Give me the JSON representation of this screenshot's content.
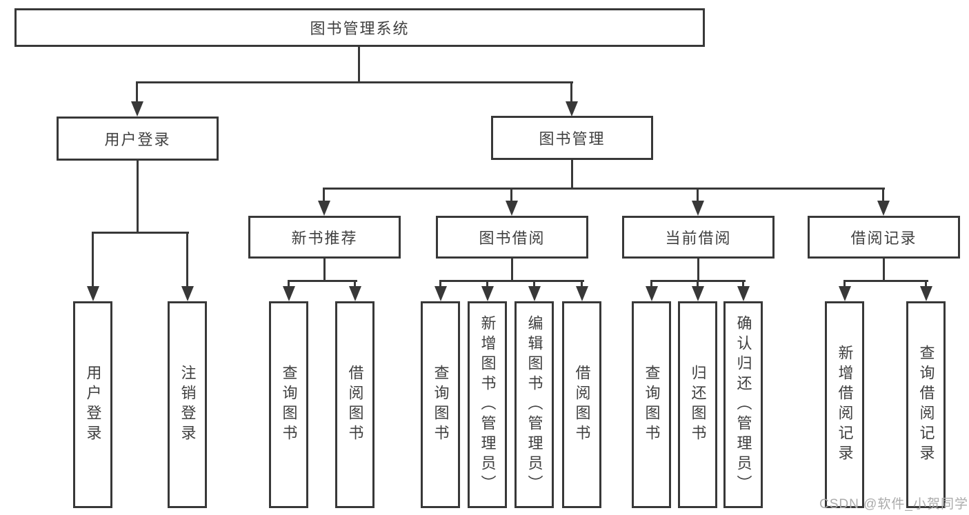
{
  "page": {
    "watermark": "CSDN @软件_小贺同学"
  },
  "colors": {
    "line": "#383838",
    "text": "#3f3f3f",
    "watermark": "#ababab",
    "background": "#ffffff"
  },
  "tree": {
    "label": "图书管理系统",
    "children": [
      {
        "label": "用户登录",
        "children": [
          {
            "label": "用户登录"
          },
          {
            "label": "注销登录"
          }
        ]
      },
      {
        "label": "图书管理",
        "children": [
          {
            "label": "新书推荐",
            "children": [
              {
                "label": "查询图书"
              },
              {
                "label": "借阅图书"
              }
            ]
          },
          {
            "label": "图书借阅",
            "children": [
              {
                "label": "查询图书"
              },
              {
                "label": "新增图书（管理员）"
              },
              {
                "label": "编辑图书（管理员）"
              },
              {
                "label": "借阅图书"
              }
            ]
          },
          {
            "label": "当前借阅",
            "children": [
              {
                "label": "查询图书"
              },
              {
                "label": "归还图书"
              },
              {
                "label": "确认归还（管理员）"
              }
            ]
          },
          {
            "label": "借阅记录",
            "children": [
              {
                "label": "新增借阅记录"
              },
              {
                "label": "查询借阅记录"
              }
            ]
          }
        ]
      }
    ]
  }
}
